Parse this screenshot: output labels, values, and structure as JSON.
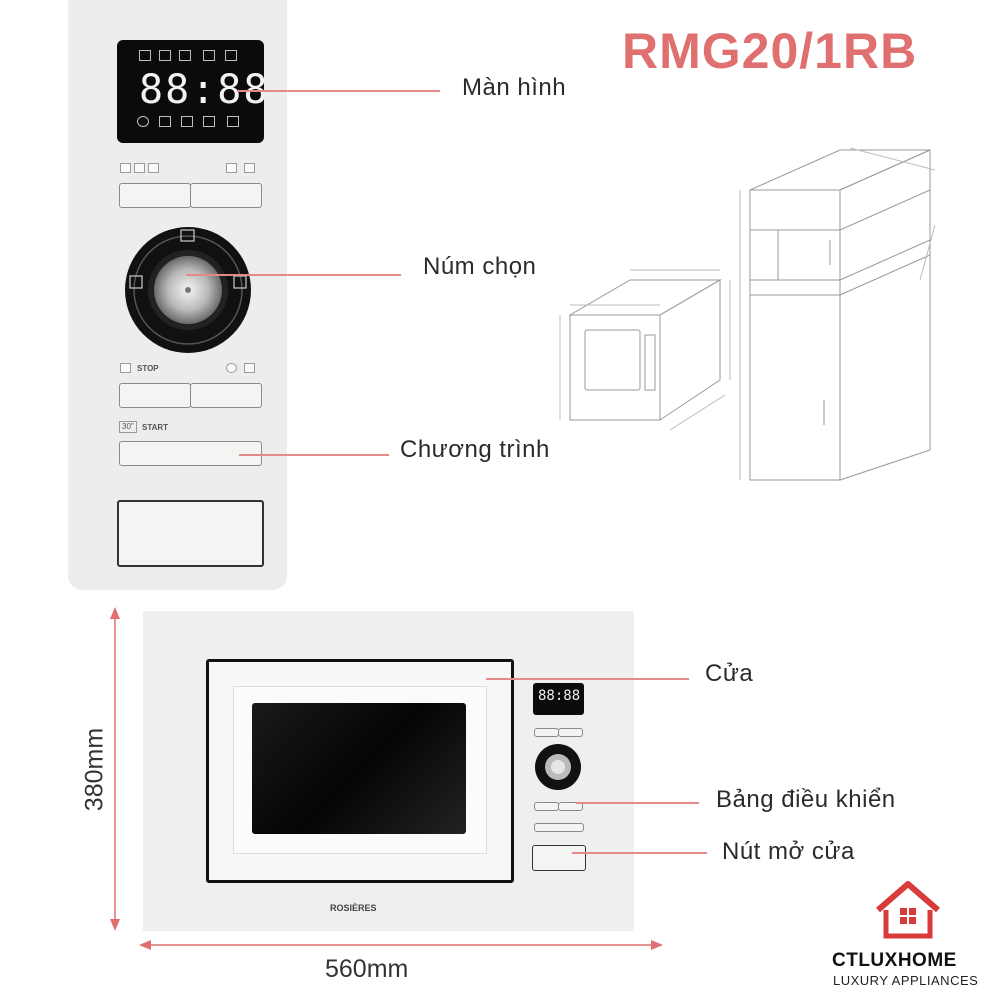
{
  "model": "RMG20/1RB",
  "display_digits": "88:88",
  "panel_labels": {
    "stop": "STOP",
    "start": "START",
    "quick": "30\""
  },
  "callouts": {
    "screen": "Màn hình",
    "knob": "Núm chọn",
    "program": "Chương trình",
    "door": "Cửa",
    "control_panel": "Bảng điều khiển",
    "door_button": "Nút mở cửa"
  },
  "dimensions": {
    "height": "380mm",
    "width": "560mm"
  },
  "brand": "ROSIÈRES",
  "logo": {
    "name": "CTLUXHOME",
    "tagline": "LUXURY APPLIANCES"
  },
  "colors": {
    "accent": "#e07070",
    "callout_line": "#e5898a",
    "panel": "#ededeb"
  }
}
